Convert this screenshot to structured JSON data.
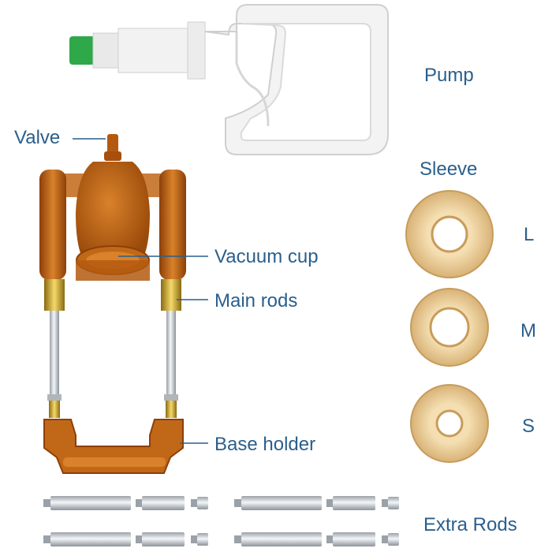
{
  "labels": {
    "pump": "Pump",
    "valve": "Valve",
    "sleeve": "Sleeve",
    "vacuum_cup": "Vacuum cup",
    "main_rods": "Main rods",
    "base_holder": "Base holder",
    "extra_rods": "Extra Rods",
    "size_l": "L",
    "size_m": "M",
    "size_s": "S"
  },
  "colors": {
    "label_text": "#2a5f8c",
    "amber": "#b35a10",
    "amber_light": "#d9822b",
    "pump_white": "#f2f2f2",
    "nozzle_green": "#2fa84a",
    "sleeve_beige": "#e6c48c",
    "brass": "#d4a017",
    "chrome": "#c9ced3"
  }
}
